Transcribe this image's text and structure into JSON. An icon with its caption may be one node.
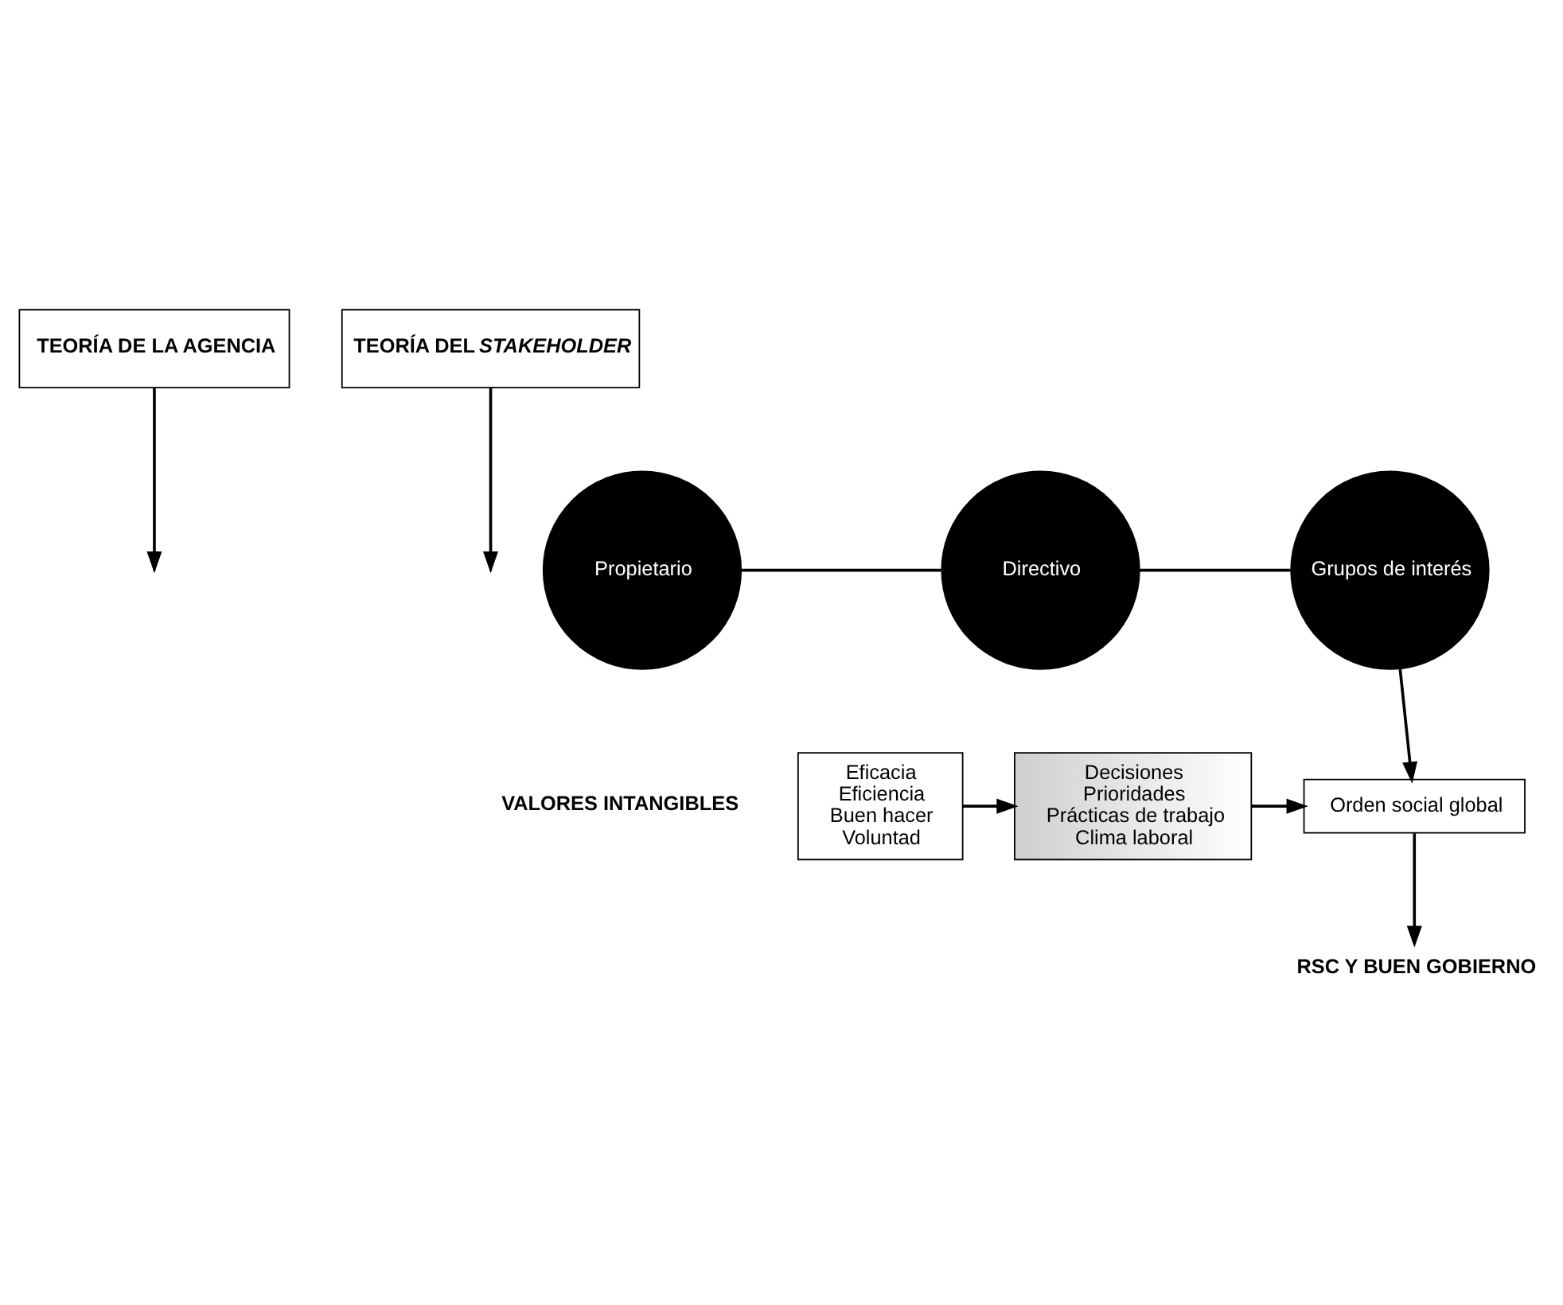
{
  "diagram": {
    "nodes": [
      {
        "text": [
          "TEORÍA DE LA AGENCIA"
        ]
      },
      {
        "text": [
          "TEORÍA DEL *STAKEHOLDER*"
        ]
      },
      {
        "text": [
          "Propietario"
        ]
      },
      {
        "text": [
          "Directivo"
        ]
      },
      {
        "text": [
          "Grupos de interés"
        ]
      },
      {
        "text": [
          "Eficacia",
          "Eficiencia",
          "Buen hacer",
          "Voluntad"
        ]
      },
      {
        "text": [
          "Decisiones",
          "Prioridades",
          "Prácticas de trabajo",
          "Clima laboral"
        ]
      },
      {
        "text": [
          "Orden social global"
        ]
      },
      {
        "text": [
          "RSC Y BUEN GOBIERNO"
        ]
      }
    ],
    "edges": [
      {
        "from": 2,
        "to": 3,
        "arrow": "none"
      },
      {
        "from": 3,
        "to": 4,
        "arrow": "none"
      },
      {
        "from": 0,
        "to": null,
        "arrow": "to"
      },
      {
        "from": 1,
        "to": null,
        "arrow": "to"
      },
      {
        "from": 4,
        "to": 7,
        "arrow": "to"
      },
      {
        "from": 5,
        "to": 6,
        "arrow": "to"
      },
      {
        "from": 6,
        "to": 7,
        "arrow": "to"
      },
      {
        "from": 7,
        "to": 8,
        "arrow": "to"
      }
    ],
    "labels": [
      "VALORES INTANGIBLES"
    ]
  }
}
